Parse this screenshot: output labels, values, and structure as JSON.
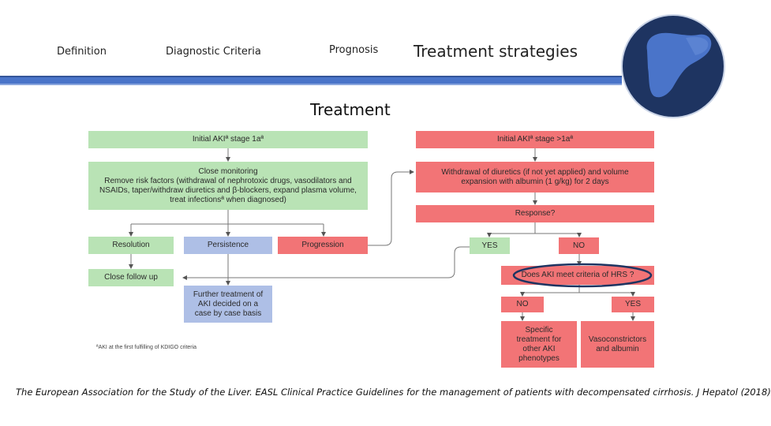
{
  "nav": {
    "definition": "Definition",
    "diagnostic_criteria": "Diagnostic Criteria",
    "prognosis": "Prognosis",
    "treatment_strategies": "Treatment strategies"
  },
  "logo_icon": "liver-icon",
  "section_title": "Treatment",
  "colors": {
    "accent_bar": "#4a74c9",
    "logo_bg": "#1e3461",
    "logo_fg": "#4a74c9",
    "green_box": "#b9e3b5",
    "red_box": "#f27476",
    "blue_box": "#aebfe6",
    "highlight_ellipse": "#1e3461"
  },
  "flowchart": {
    "left": {
      "initial": "Initial AKIª stage 1aª",
      "monitoring": "Close monitoring\nRemove risk factors (withdrawal of nephrotoxic drugs, vasodilators and NSAIDs, taper/withdraw diuretics and β-blockers, expand plasma volume, treat infectionsª when diagnosed)",
      "resolution": "Resolution",
      "persistence": "Persistence",
      "progression": "Progression",
      "follow_up": "Close follow up",
      "further_treatment": "Further treatment of AKI decided on a case by case basis"
    },
    "right": {
      "initial": "Initial AKIª stage >1aª",
      "withdrawal": "Withdrawal of diuretics (if not yet applied) and volume expansion with albumin (1 g/kg) for 2 days",
      "response": "Response?",
      "yes": "YES",
      "no": "NO",
      "hrs_question": "Does AKI meet criteria of HRS ?",
      "no2": "NO",
      "yes2": "YES",
      "specific": "Specific treatment for other AKI phenotypes",
      "vasoconstrictors": "Vasoconstrictors and albumin"
    },
    "footnote": "ªAKI at the first fulfilling of KDIGO criteria"
  },
  "citation": "The European Association for the Study of the Liver. EASL Clinical Practice Guidelines for the management of patients with decompensated cirrhosis. J Hepatol (2018)"
}
